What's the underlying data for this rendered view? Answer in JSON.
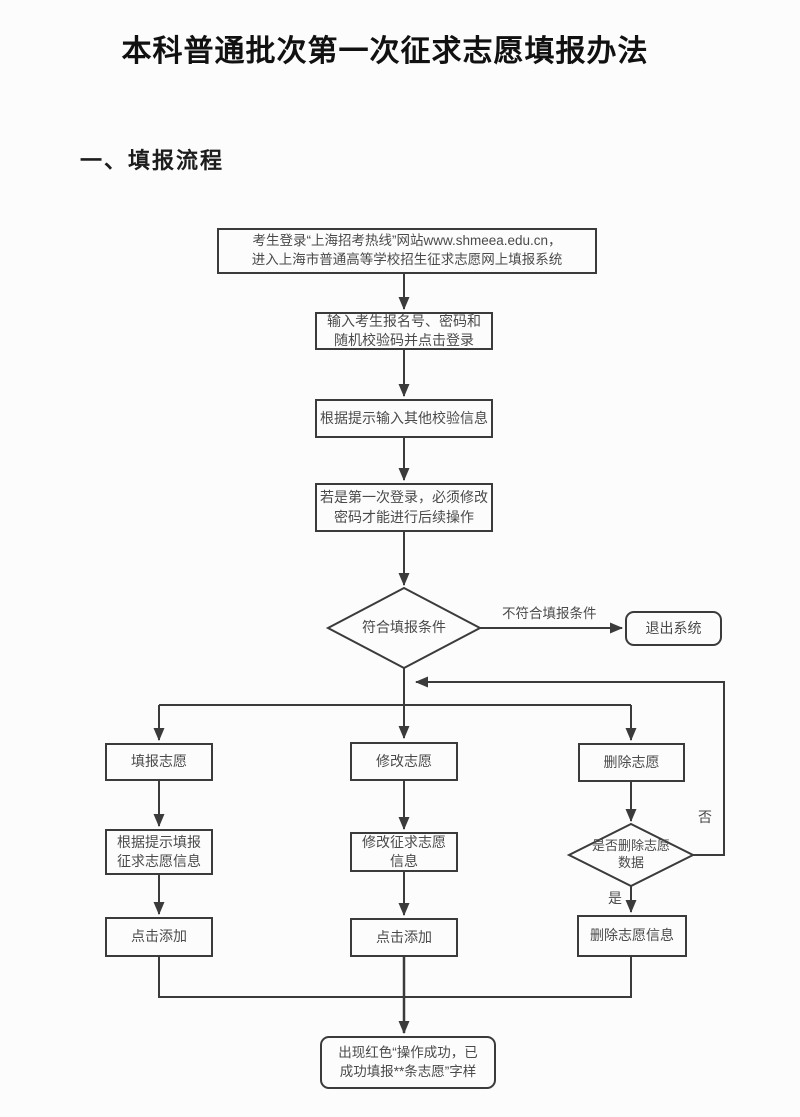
{
  "page": {
    "title": "本科普通批次第一次征求志愿填报办法",
    "section_heading": "一、填报流程"
  },
  "flowchart": {
    "nodes": {
      "login": "考生登录“上海招考热线”网站www.shmeea.edu.cn，\n进入上海市普通高等学校招生征求志愿网上填报系统",
      "enter_credentials": "输入考生报名号、密码和\n随机校验码并点击登录",
      "other_verification": "根据提示输入其他校验信息",
      "first_login": "若是第一次登录，必须修改\n密码才能进行后续操作",
      "qualify_decision": "符合填报条件",
      "exit_system": "退出系统",
      "fill_volunteer": "填报志愿",
      "fill_info": "根据提示填报\n征求志愿信息",
      "fill_click_add": "点击添加",
      "modify_volunteer": "修改志愿",
      "modify_info": "修改征求志愿\n信息",
      "modify_click_add": "点击添加",
      "delete_volunteer": "删除志愿",
      "delete_decision": "是否删除志愿\n数据",
      "delete_info": "删除志愿信息",
      "success": "出现红色“操作成功，已\n成功填报**条志愿”字样"
    },
    "edge_labels": {
      "not_qualified": "不符合填报条件",
      "no": "否",
      "yes": "是"
    },
    "colors": {
      "line": "#3b3b3b",
      "box_border": "#3b3b3b",
      "text": "#4a4a4a",
      "title": "#111111",
      "background": "#fcfcfc"
    }
  }
}
